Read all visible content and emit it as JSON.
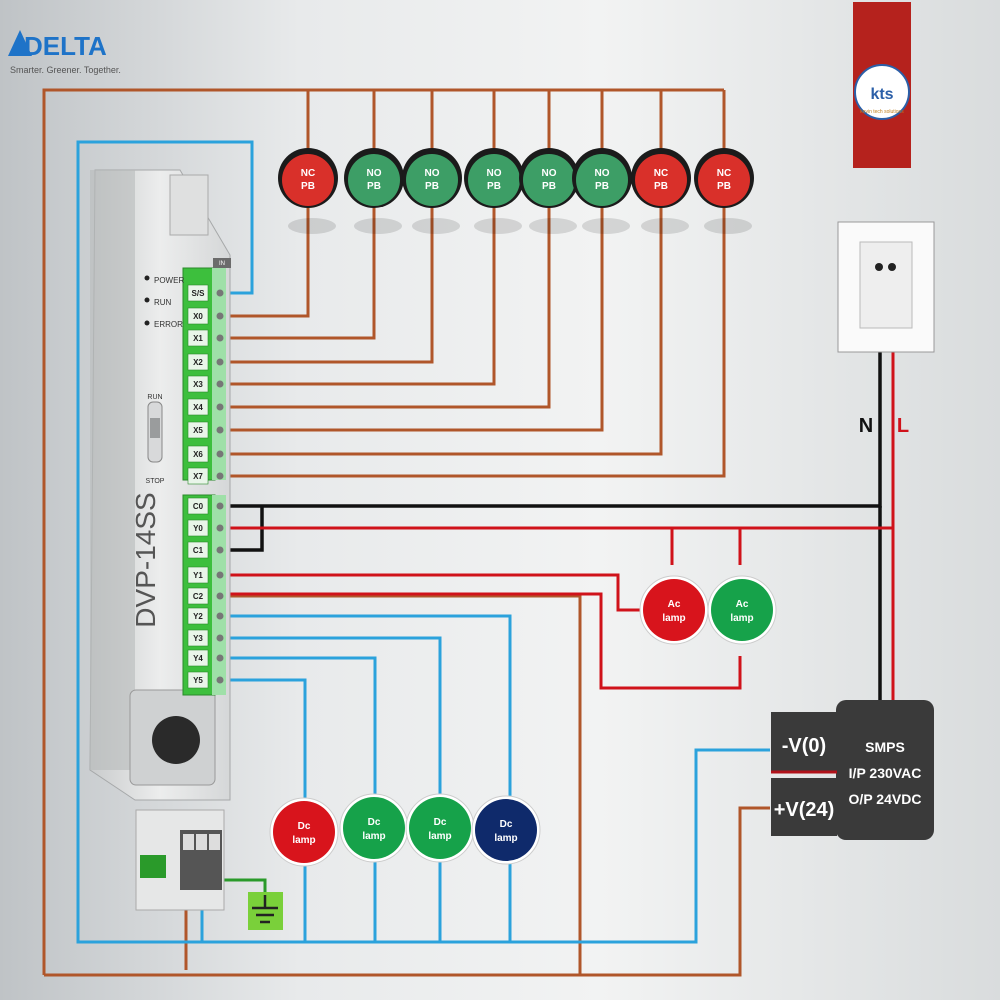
{
  "brand": {
    "logo_text": "DELTA",
    "tagline": "Smarter. Greener. Together.",
    "partner_logo_text": "kts",
    "partner_tagline": "kevin tech solutions"
  },
  "plc": {
    "model": "DVP-14SS",
    "leds": [
      "POWER",
      "RUN",
      "ERROR"
    ],
    "switch_labels": [
      "RUN",
      "STOP"
    ],
    "header_tag": "IN",
    "input_terminals": [
      "S/S",
      "X0",
      "X1",
      "X2",
      "X3",
      "X4",
      "X5",
      "X6",
      "X7"
    ],
    "output_terminals": [
      "C0",
      "Y0",
      "C1",
      "Y1",
      "C2",
      "Y2",
      "Y3",
      "Y4",
      "Y5"
    ]
  },
  "push_buttons": [
    {
      "line1": "NC",
      "line2": "PB",
      "color": "#d9302a"
    },
    {
      "line1": "NO",
      "line2": "PB",
      "color": "#3d9e66"
    },
    {
      "line1": "NO",
      "line2": "PB",
      "color": "#3d9e66"
    },
    {
      "line1": "NO",
      "line2": "PB",
      "color": "#3d9e66"
    },
    {
      "line1": "NO",
      "line2": "PB",
      "color": "#3d9e66"
    },
    {
      "line1": "NO",
      "line2": "PB",
      "color": "#3d9e66"
    },
    {
      "line1": "NC",
      "line2": "PB",
      "color": "#d9302a"
    },
    {
      "line1": "NC",
      "line2": "PB",
      "color": "#d9302a"
    }
  ],
  "ac_lamps": [
    {
      "line1": "Ac",
      "line2": "lamp",
      "color": "#d8141c"
    },
    {
      "line1": "Ac",
      "line2": "lamp",
      "color": "#16a24a"
    }
  ],
  "dc_lamps": [
    {
      "line1": "Dc",
      "line2": "lamp",
      "color": "#d8141c"
    },
    {
      "line1": "Dc",
      "line2": "lamp",
      "color": "#16a24a"
    },
    {
      "line1": "Dc",
      "line2": "lamp",
      "color": "#16a24a"
    },
    {
      "line1": "Dc",
      "line2": "lamp",
      "color": "#0f2a6b"
    }
  ],
  "mains": {
    "neutral": "N",
    "live": "L"
  },
  "smps": {
    "title": "SMPS",
    "input": "I/P 230VAC",
    "output": "O/P 24VDC",
    "neg_terminal": "-V(0)",
    "pos_terminal": "+V(24)"
  },
  "colors": {
    "wire_brown": "#b0562a",
    "wire_blue": "#2ba2dc",
    "wire_red": "#d0121a",
    "wire_black": "#111111",
    "terminal_green": "#3dbf3d"
  }
}
